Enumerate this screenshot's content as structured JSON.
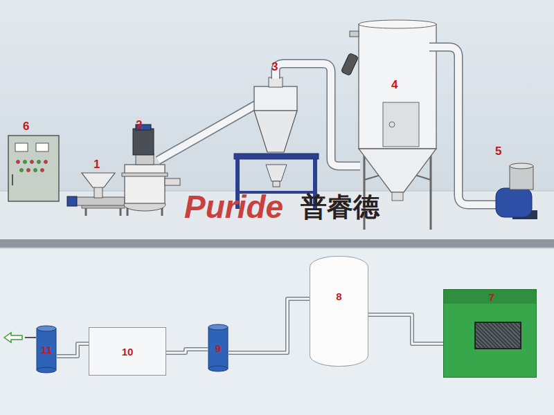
{
  "diagram": {
    "nodes": [
      {
        "text": [
          "11"
        ]
      },
      {
        "text": [
          "10"
        ]
      },
      {
        "text": [
          "9"
        ]
      },
      {
        "text": [
          "8"
        ]
      },
      {
        "text": [
          "7"
        ]
      }
    ],
    "edges": [
      {
        "from": 4,
        "to": 3,
        "arrow": "none"
      },
      {
        "from": 3,
        "to": 2,
        "arrow": "none"
      },
      {
        "from": 2,
        "to": 1,
        "arrow": "none"
      },
      {
        "from": 1,
        "to": 0,
        "arrow": "none"
      }
    ],
    "labels": [
      "1",
      "2",
      "3",
      "4",
      "5",
      "6",
      "Puride",
      "普睿德"
    ]
  }
}
